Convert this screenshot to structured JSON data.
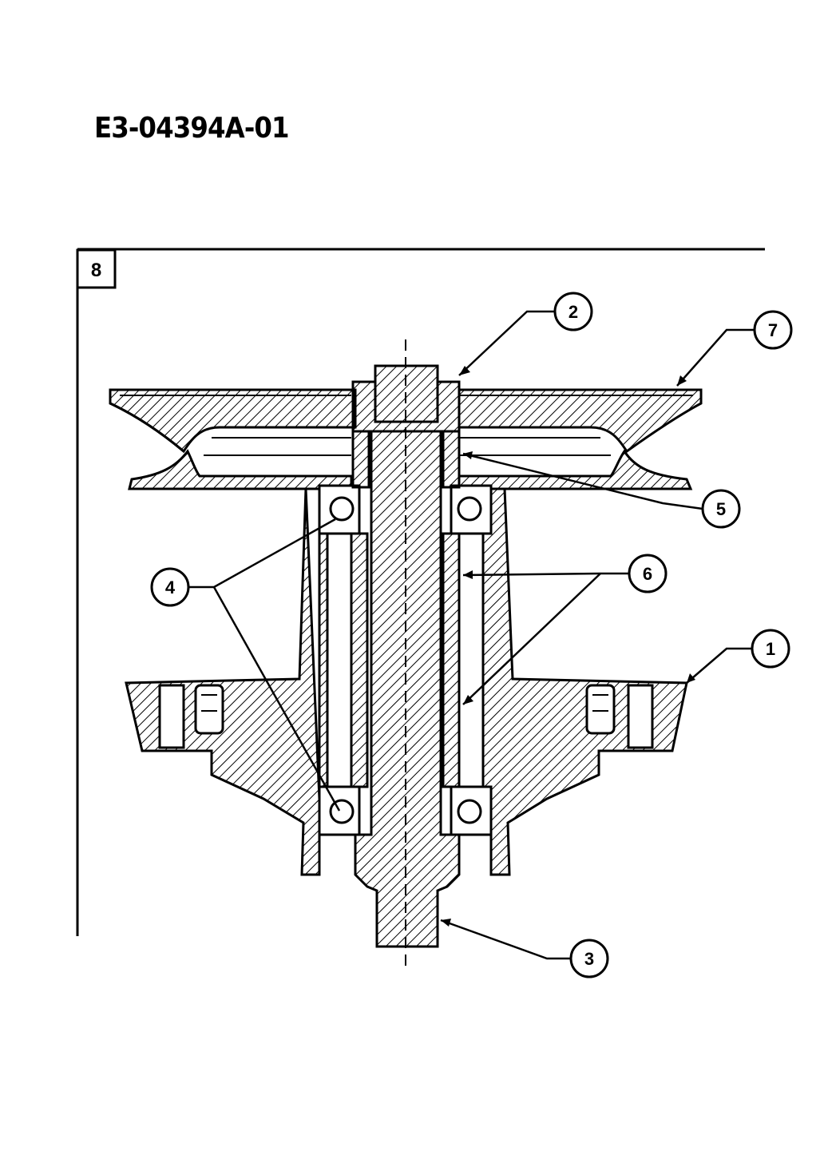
{
  "document_code": "E3-04394A-01",
  "figure_number": "8",
  "callouts": [
    "1",
    "2",
    "3",
    "4",
    "5",
    "6",
    "7"
  ]
}
